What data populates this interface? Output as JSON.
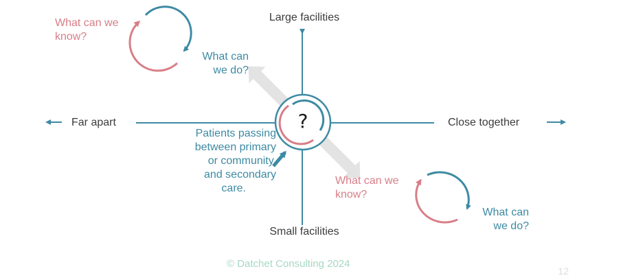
{
  "axes": {
    "top": "Large facilities",
    "bottom": "Small facilities",
    "left": "Far apart",
    "right": "Close together"
  },
  "center_symbol": "?",
  "patients_label": [
    "Patients passing",
    "between primary",
    "or community,",
    "and secondary",
    "care."
  ],
  "top_left_cycle": {
    "know": [
      "What can we",
      "know?"
    ],
    "do": [
      "What can",
      "we do?"
    ]
  },
  "bottom_right_cycle": {
    "know": [
      "What can we",
      "know?"
    ],
    "do": [
      "What can",
      "we do?"
    ]
  },
  "footer": {
    "copyright": "© Datchet Consulting 2024",
    "page_number": "12"
  },
  "colors": {
    "teal": "#3d8aa3",
    "pink": "#d87e88",
    "gray_arrow": "#e3e3e3",
    "copyright": "#a7d8c2"
  }
}
